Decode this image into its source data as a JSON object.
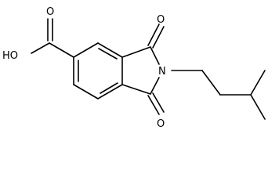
{
  "molecule": {
    "labels": {
      "hydroxyl": "HO",
      "carbonyl_o_acid": "O",
      "carbonyl_o_top": "O",
      "carbonyl_o_bottom": "O",
      "imide_n": "N"
    }
  }
}
